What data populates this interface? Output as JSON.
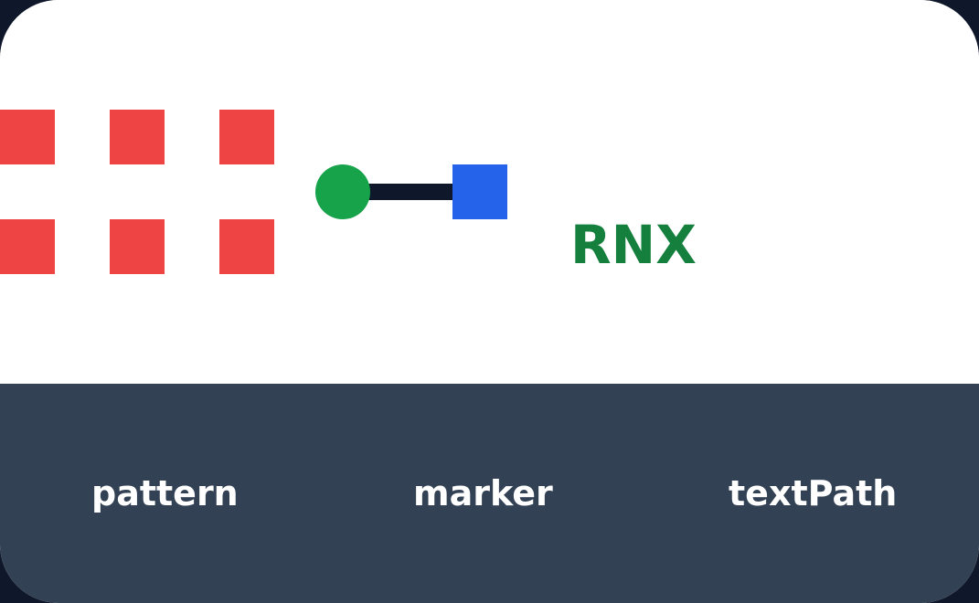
{
  "demos": {
    "pattern": {
      "label": "pattern",
      "tile_color": "#ef4444"
    },
    "marker": {
      "label": "marker",
      "line_color": "#0f172a",
      "start_color": "#16a34a",
      "end_color": "#2563eb"
    },
    "textpath": {
      "label": "textPath",
      "text": "RNX",
      "color": "#15803d"
    }
  },
  "colors": {
    "background": "#0f172a",
    "card": "#ffffff",
    "label_bar": "#334155",
    "label_text": "#ffffff"
  }
}
